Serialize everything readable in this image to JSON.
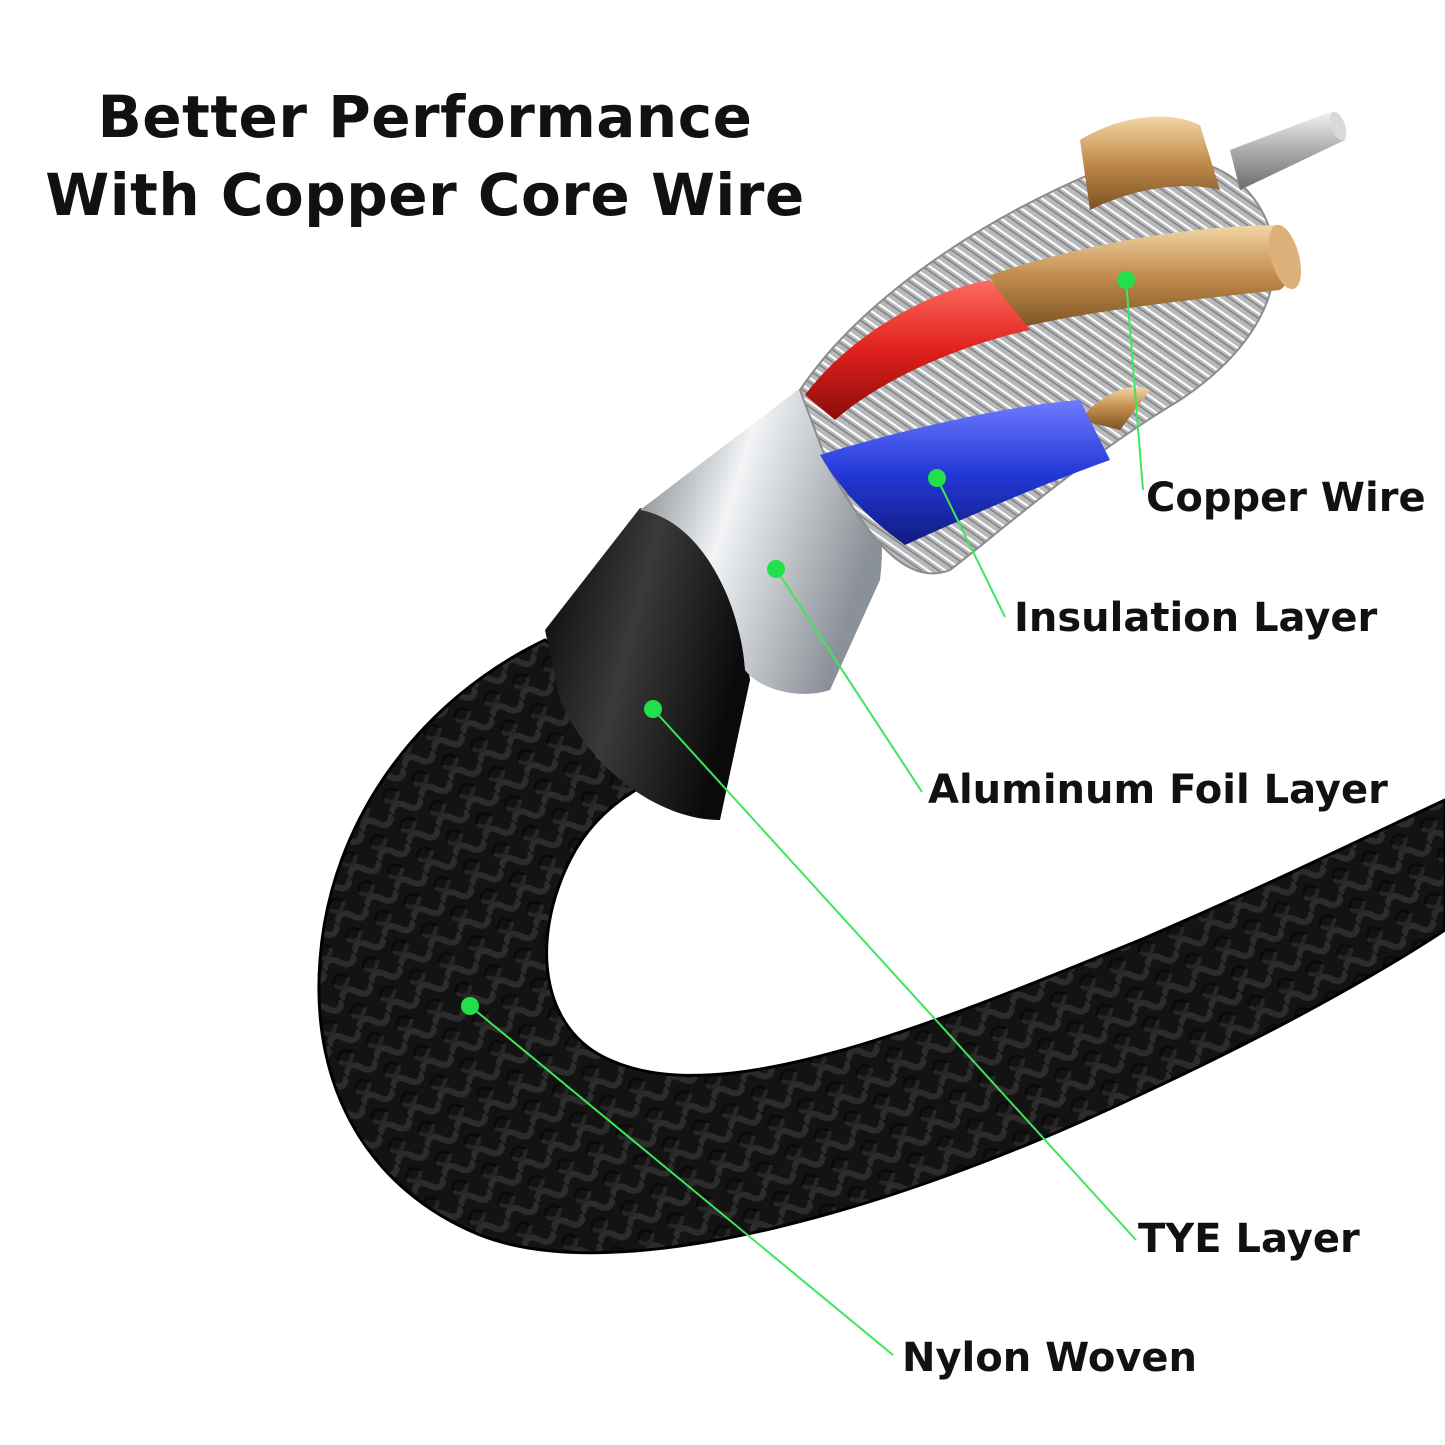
{
  "headline": {
    "line1": "Better Performance",
    "line2": "With Copper Core Wire"
  },
  "callouts": [
    {
      "id": "copper-wire",
      "label": "Copper Wire"
    },
    {
      "id": "insulation-layer",
      "label": "Insulation Layer"
    },
    {
      "id": "aluminum-foil-layer",
      "label": "Aluminum Foil Layer"
    },
    {
      "id": "tye-layer",
      "label": "TYE Layer"
    },
    {
      "id": "nylon-woven",
      "label": "Nylon Woven"
    }
  ],
  "colors": {
    "leader_line": "#3ee65a",
    "leader_dot": "#22e04a",
    "braid": "#151515",
    "copper": "#c89a5a",
    "red_insulation": "#e0201c",
    "blue_insulation": "#2438d8",
    "foil": "#c9cdd2"
  }
}
